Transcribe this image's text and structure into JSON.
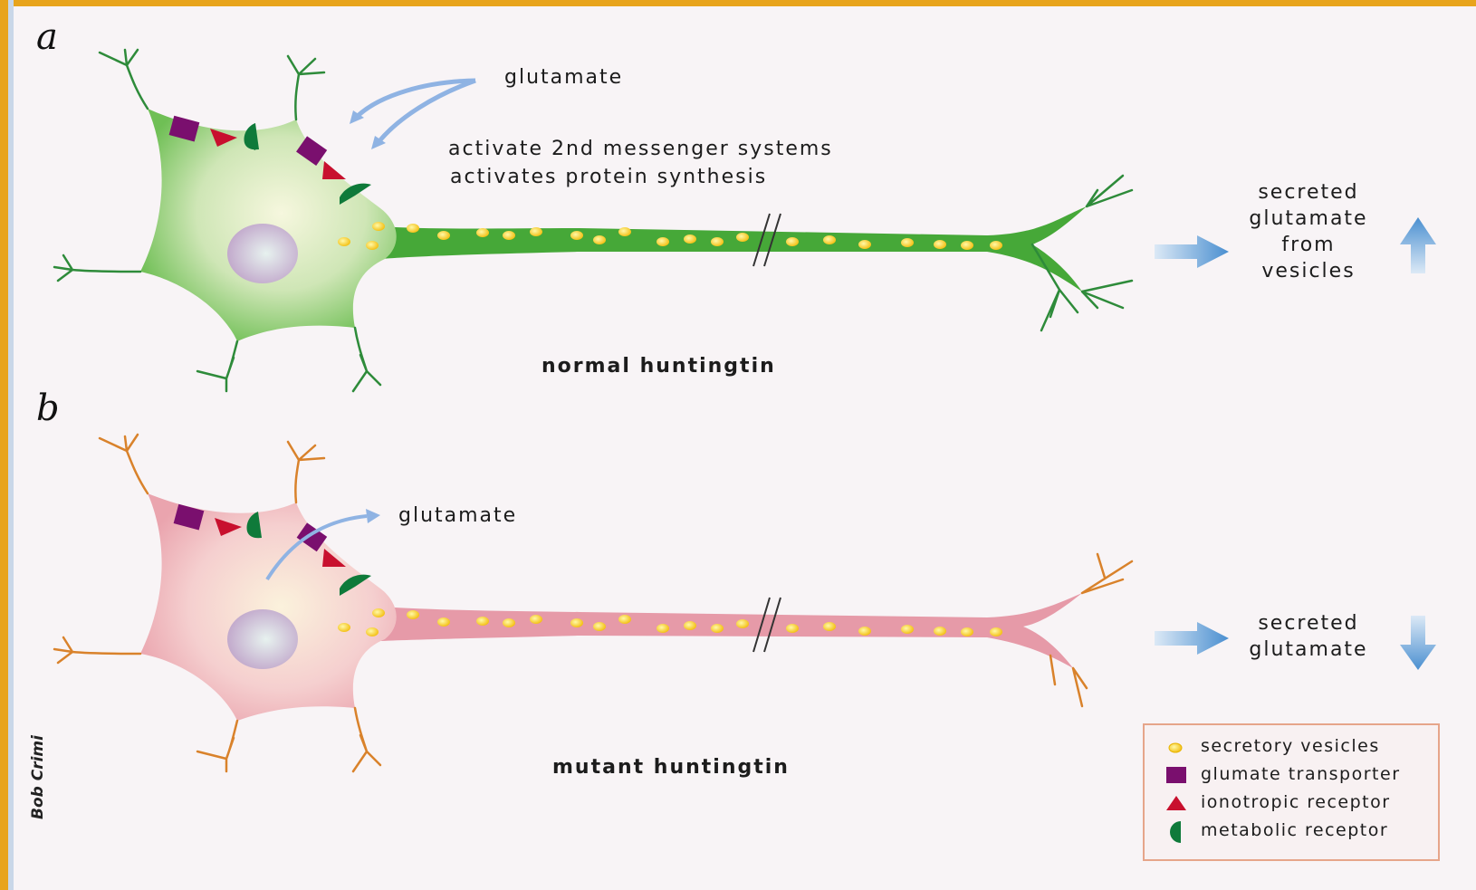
{
  "panel_a": {
    "letter": "a",
    "glutamate_label": "glutamate",
    "effect_line1": "activate 2nd messenger systems",
    "effect_line2": "activates protein synthesis",
    "secreted_lines": [
      "secreted",
      "glutamate",
      "from",
      "vesicles"
    ],
    "caption": "normal huntingtin",
    "neuron_color": "#4aaa3a",
    "dendrite_color": "#2a8a3a"
  },
  "panel_b": {
    "letter": "b",
    "glutamate_label": "glutamate",
    "secreted_lines": [
      "secreted",
      "glutamate"
    ],
    "caption": "mutant huntingtin",
    "neuron_color": "#e69aa8",
    "dendrite_color": "#d9822b"
  },
  "legend": {
    "items": [
      {
        "label": "secretory vesicles",
        "icon": "vesicle-icon"
      },
      {
        "label": "glumate transporter",
        "icon": "square-icon"
      },
      {
        "label": "ionotropic receptor",
        "icon": "triangle-icon"
      },
      {
        "label": "metabolic receptor",
        "icon": "half-circle-icon"
      }
    ]
  },
  "credit": "Bob Crimi",
  "colors": {
    "border": "#e8a41c",
    "background": "#f8f4f6",
    "transporter": "#7a0f6e",
    "ionotropic": "#c8102e",
    "metabolic": "#0f7a3a",
    "vesicle": "#f5c400",
    "arrow": "#5b9bd5"
  }
}
